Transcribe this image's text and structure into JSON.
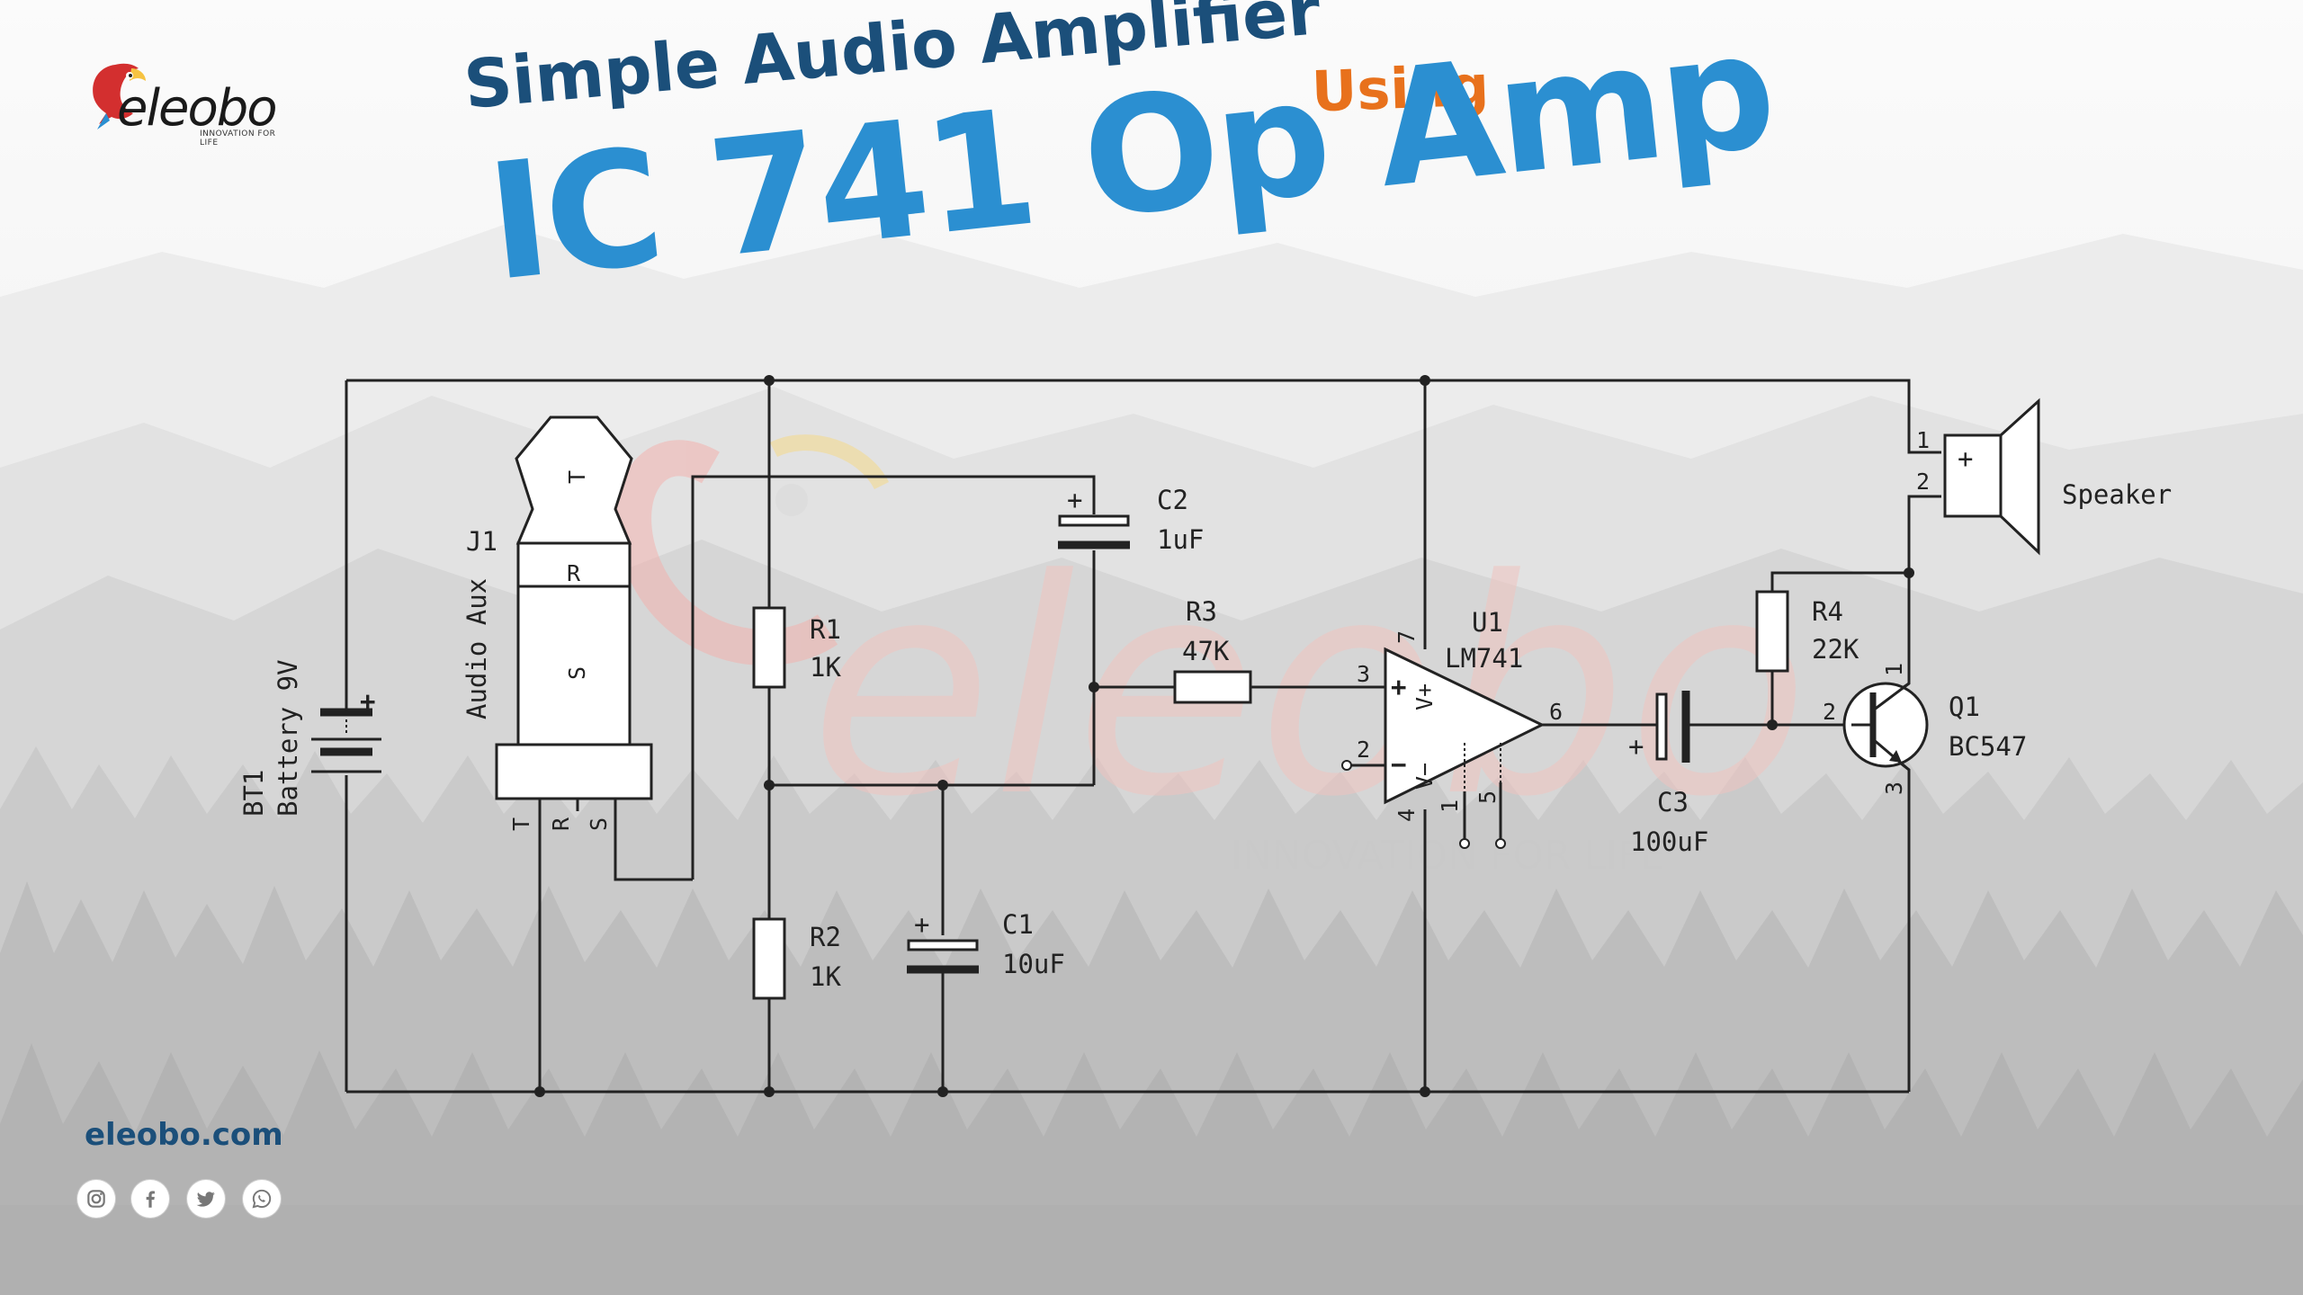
{
  "brand": {
    "name": "eleobo",
    "tagline": "INNOVATION FOR LIFE",
    "website": "eleobo.com",
    "social_icons": [
      "instagram-icon",
      "facebook-icon",
      "twitter-icon",
      "whatsapp-icon"
    ]
  },
  "title": {
    "line1": "Simple Audio Amplifier",
    "using": "Using",
    "line2": "IC 741 Op Amp"
  },
  "colors": {
    "title_dark": "#1b4f7a",
    "title_blue": "#2b8fd1",
    "using_orange": "#e8711c",
    "wire": "#222222"
  },
  "watermark": {
    "word": "eleobo",
    "tagline": "INNOVATION FOR LIFE"
  },
  "schematic": {
    "battery": {
      "ref": "BT1",
      "value": "Battery 9V",
      "plus": "+"
    },
    "jack": {
      "ref": "J1",
      "value": "Audio Aux",
      "sections": [
        "T",
        "R",
        "S"
      ],
      "pins": [
        "T",
        "R",
        "S"
      ]
    },
    "r1": {
      "ref": "R1",
      "value": "1K"
    },
    "r2": {
      "ref": "R2",
      "value": "1K"
    },
    "r3": {
      "ref": "R3",
      "value": "47K"
    },
    "r4": {
      "ref": "R4",
      "value": "22K"
    },
    "c1": {
      "ref": "C1",
      "value": "10uF",
      "plus": "+"
    },
    "c2": {
      "ref": "C2",
      "value": "1uF",
      "plus": "+"
    },
    "c3": {
      "ref": "C3",
      "value": "100uF",
      "plus": "+"
    },
    "u1": {
      "ref": "U1",
      "value": "LM741",
      "pin_plus": "+",
      "pin_minus": "−",
      "pin_vplus": "V+",
      "pin_vminus": "V−",
      "pins": {
        "p3": "3",
        "p2": "2",
        "p6": "6",
        "p7": "7",
        "p4": "4",
        "p1": "1",
        "p5": "5"
      }
    },
    "q1": {
      "ref": "Q1",
      "value": "BC547",
      "pins": {
        "b": "2",
        "c": "1",
        "e": "3"
      }
    },
    "speaker": {
      "label": "Speaker",
      "plus": "+",
      "pins": {
        "p1": "1",
        "p2": "2"
      }
    }
  }
}
